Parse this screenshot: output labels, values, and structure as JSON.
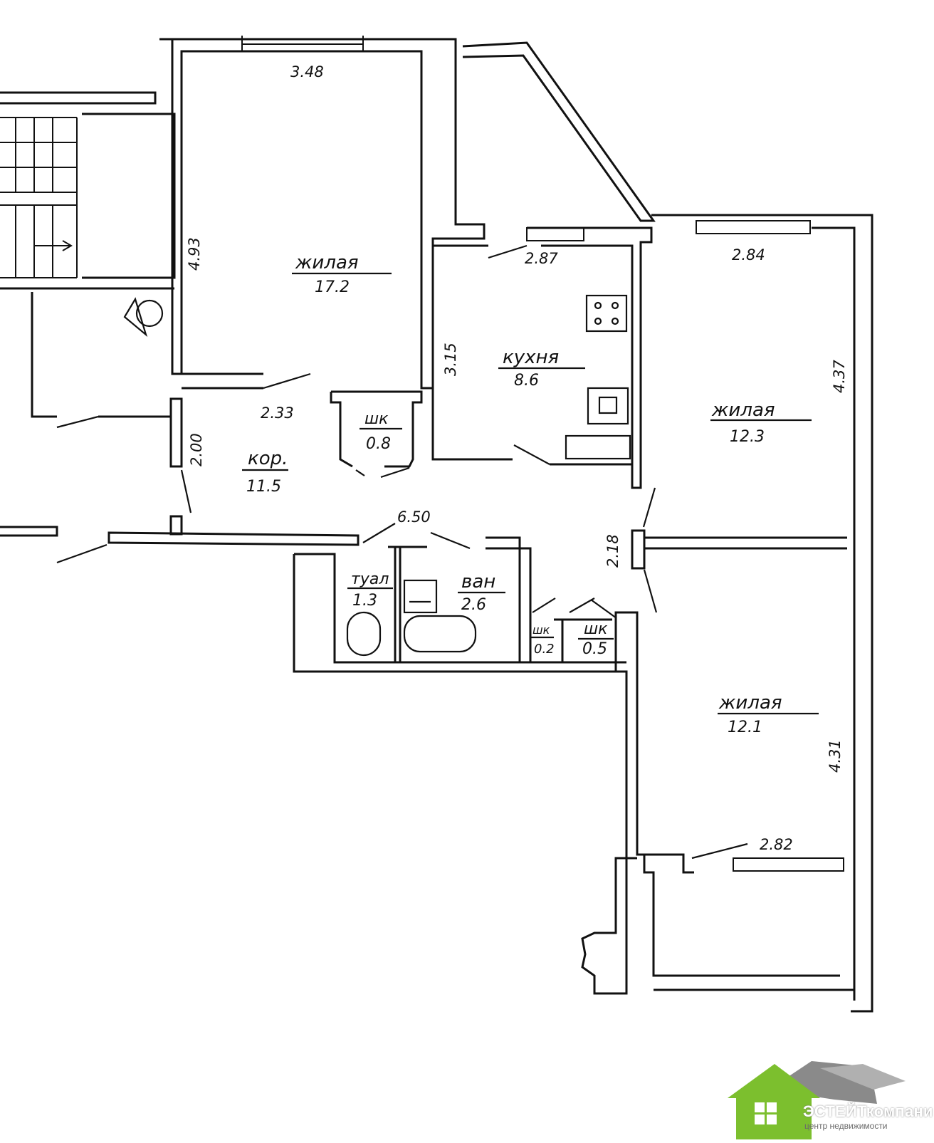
{
  "rooms": [
    {
      "id": "living_top",
      "name": "жилая",
      "area": "17.2"
    },
    {
      "id": "kitchen",
      "name": "кухня",
      "area": "8.6"
    },
    {
      "id": "living_right",
      "name": "жилая",
      "area": "12.3"
    },
    {
      "id": "living_bottom",
      "name": "жилая",
      "area": "12.1"
    },
    {
      "id": "corridor",
      "name": "кор.",
      "area": "11.5"
    },
    {
      "id": "wardrobe",
      "name": "шк",
      "area": "0.8"
    },
    {
      "id": "toilet",
      "name": "туал",
      "area": "1.3"
    },
    {
      "id": "bath",
      "name": "ван",
      "area": "2.6"
    },
    {
      "id": "closet_small",
      "name": "шк",
      "area": "0.2"
    },
    {
      "id": "closet_right",
      "name": "шк",
      "area": "0.5"
    }
  ],
  "dimensions": {
    "living_top_width": "3.48",
    "living_top_depth": "4.93",
    "living_top_inner": "2.33",
    "kitchen_width": "2.87",
    "kitchen_depth": "3.15",
    "living_right_width": "2.84",
    "living_right_depth": "4.37",
    "corridor_depth": "2.00",
    "corridor_length": "6.50",
    "hall_gap": "2.18",
    "living_bottom_depth": "4.31",
    "living_bottom_width": "2.82"
  },
  "logo": {
    "name": "ЭСТЕЙТкомпани",
    "tagline": "центр недвижимости",
    "colors": {
      "green": "#7cbf2e",
      "gray": "#9a9a9a",
      "roof_dark": "#7a7a7a"
    }
  }
}
